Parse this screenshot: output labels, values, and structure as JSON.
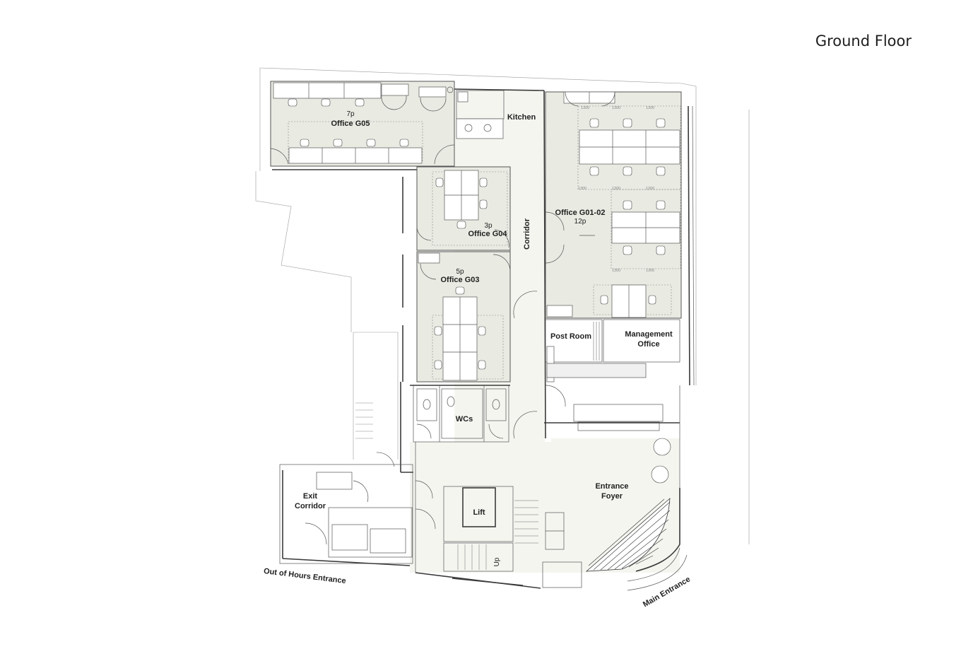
{
  "floor_title": "Ground Floor",
  "rooms": {
    "office_g05": {
      "name": "Office G05",
      "capacity": "7p"
    },
    "office_g04": {
      "name": "Office G04",
      "capacity": "3p"
    },
    "office_g03": {
      "name": "Office G03",
      "capacity": "5p"
    },
    "office_g01_02": {
      "name": "Office G01-02",
      "capacity": "12p"
    },
    "kitchen": "Kitchen",
    "corridor": "Corridor",
    "post_room": "Post Room",
    "management_office": [
      "Management",
      "Office"
    ],
    "wcs": "WCs",
    "lift": "Lift",
    "entrance_foyer": [
      "Entrance",
      "Foyer"
    ],
    "exit_corridor": [
      "Exit",
      "Corridor"
    ],
    "up": "Up"
  },
  "entrances": {
    "out_of_hours": "Out of Hours Entrance",
    "main": "Main Entrance"
  },
  "dimension_label": "1300",
  "colors": {
    "office_fill": "#e9eae2",
    "circulation_fill": "#f5f5f0",
    "wall": "#3a3a3a"
  }
}
